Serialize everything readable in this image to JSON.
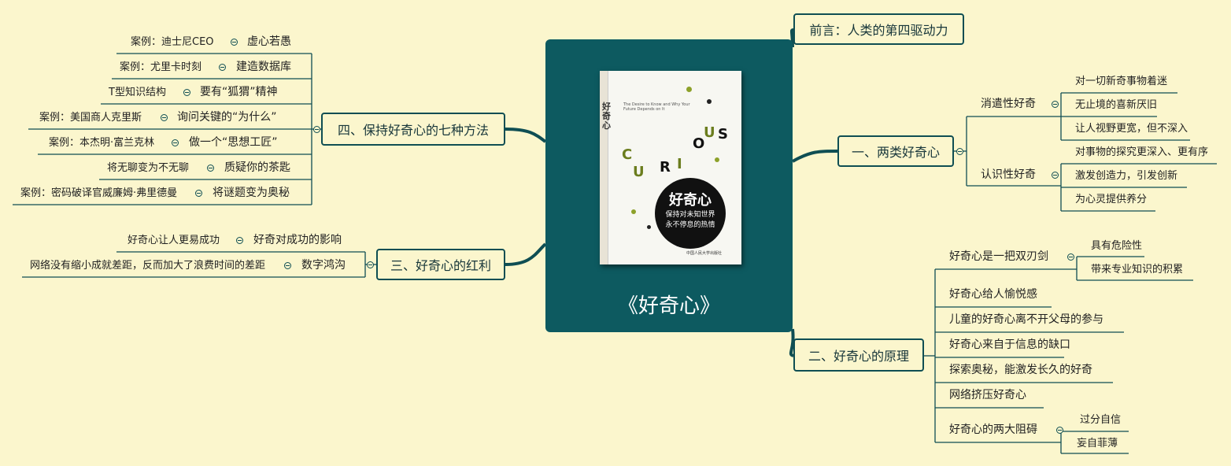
{
  "center": {
    "title": "《好奇心》",
    "book": {
      "vertical_title": "好奇心",
      "spine_vertical_text": "好奇心",
      "circle_title": "好奇心",
      "circle_sub1": "保持对未知世界",
      "circle_sub2": "永不停息的热情",
      "letters": [
        "C",
        "U",
        "R",
        "I",
        "O",
        "U",
        "S"
      ],
      "english": "The Desire to Know and Why Your Future Depends on It",
      "publisher": "中国人民大学出版社"
    }
  },
  "right": {
    "preface": "前言：人类的第四驱动力",
    "two_types": {
      "label": "一、两类好奇心",
      "diversive": {
        "label": "消遣性好奇",
        "items": [
          "对一切新奇事物着迷",
          "无止境的喜新厌旧",
          "让人视野更宽，但不深入"
        ]
      },
      "epistemic": {
        "label": "认识性好奇",
        "items": [
          "对事物的探究更深入、更有序",
          "激发创造力，引发创新",
          "为心灵提供养分"
        ]
      }
    },
    "principle": {
      "label": "二、好奇心的原理",
      "double_edged": {
        "label": "好奇心是一把双刃剑",
        "items": [
          "具有危险性",
          "带来专业知识的积累"
        ]
      },
      "items": [
        "好奇心给人愉悦感",
        "儿童的好奇心离不开父母的参与",
        "好奇心来自于信息的缺口",
        "探索奥秘，能激发长久的好奇",
        "网络挤压好奇心"
      ],
      "obstacles": {
        "label": "好奇心的两大阻碍",
        "items": [
          "过分自信",
          "妄自菲薄"
        ]
      }
    }
  },
  "left": {
    "methods": {
      "label": "四、保持好奇心的七种方法",
      "items": [
        {
          "label": "虚心若愚",
          "note": "案例：迪士尼CEO"
        },
        {
          "label": "建造数据库",
          "note": "案例：尤里卡时刻"
        },
        {
          "label": "要有“狐猬”精神",
          "note": "T型知识结构"
        },
        {
          "label": "询问关键的“为什么”",
          "note": "案例：美国商人克里斯"
        },
        {
          "label": "做一个“思想工匠”",
          "note": "案例：本杰明·富兰克林"
        },
        {
          "label": "质疑你的茶匙",
          "note": "将无聊变为不无聊"
        },
        {
          "label": "将谜题变为奥秘",
          "note": "案例：密码破译官威廉姆·弗里德曼"
        }
      ]
    },
    "bonus": {
      "label": "三、好奇心的红利",
      "items": [
        {
          "label": "好奇对成功的影响",
          "note": "好奇心让人更易成功"
        },
        {
          "label": "数字鸿沟",
          "note": "网络没有缩小成就差距，反而加大了浪费时间的差距"
        }
      ]
    }
  },
  "colors": {
    "background": "#fbf6cd",
    "center_fill": "#0d5a60",
    "line": "#0f4e53"
  }
}
